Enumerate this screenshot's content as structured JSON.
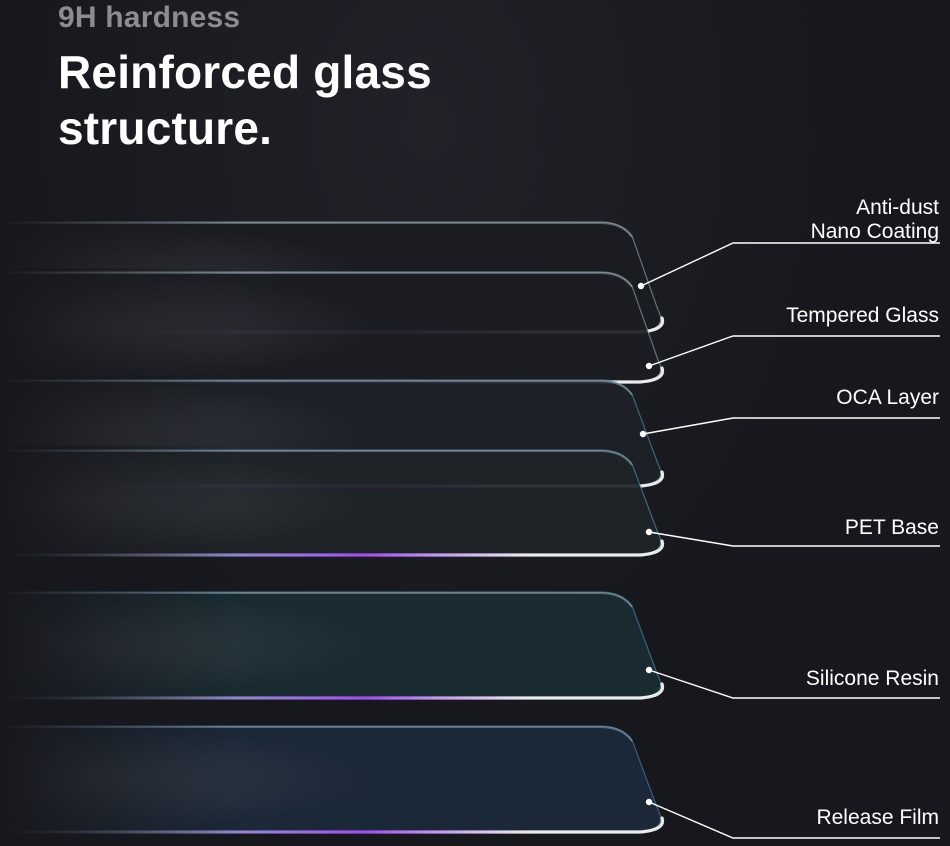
{
  "header": {
    "eyebrow": "9H hardness",
    "title_line1": "Reinforced glass",
    "title_line2": "structure."
  },
  "layers": [
    {
      "id": "anti-dust",
      "lines": [
        "Anti-dust",
        "Nano Coating"
      ],
      "fill": "#1a1c22",
      "edge": "#9fb9cc"
    },
    {
      "id": "tempered-glass",
      "lines": [
        "Tempered Glass"
      ],
      "fill": "#1b1d23",
      "edge": "#9fb9cc"
    },
    {
      "id": "oca",
      "lines": [
        "OCA Layer"
      ],
      "fill": "#1d2127",
      "edge": "#5aa3c8"
    },
    {
      "id": "pet",
      "lines": [
        "PET Base"
      ],
      "fill": "#1e2428",
      "edge": "#5aa3c8"
    },
    {
      "id": "silicone",
      "lines": [
        "Silicone Resin"
      ],
      "fill": "#1a2c33",
      "edge": "#4aa0cf"
    },
    {
      "id": "release",
      "lines": [
        "Release Film"
      ],
      "fill": "#1c2a3b",
      "edge": "#4a8fd0"
    }
  ],
  "colors": {
    "background": "#17181d",
    "accent_purple": "#a04cf0",
    "leader_line": "#ffffff"
  }
}
